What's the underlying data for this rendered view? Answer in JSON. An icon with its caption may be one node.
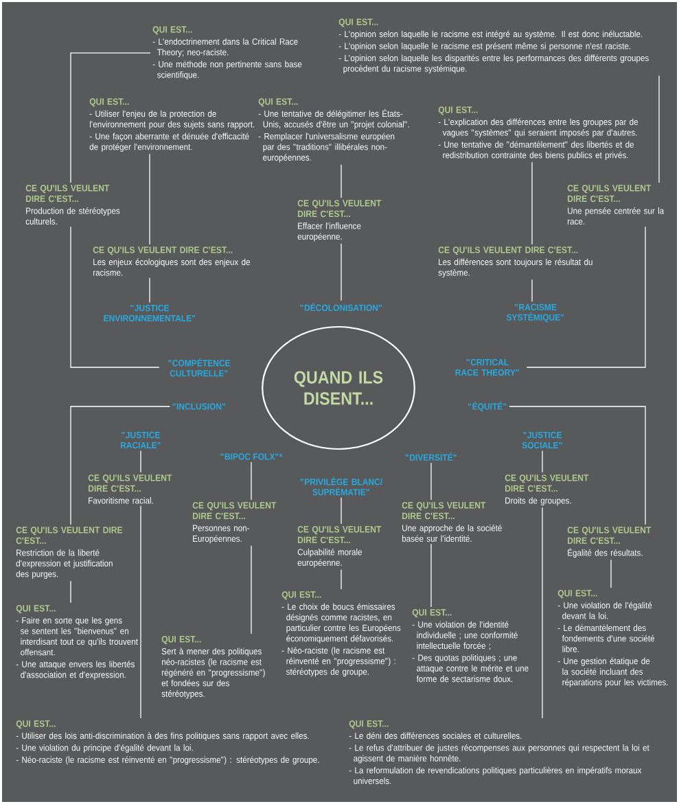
{
  "diagram": {
    "nodes": [
      {
        "text": [
          "QUI EST...",
          "- L'endoctrinement dans la Critical Race Theory; neo-raciste.",
          "- Une méthode non pertinente sans base scientifique."
        ]
      },
      {
        "text": [
          "QUI EST...",
          "- L'opinion selon laquelle le racisme est intégré au système. Il est donc inéluctable.",
          "- L'opinion selon laquelle le racisme est présent même si personne n'est raciste.",
          "- L'opinion selon laquelle les disparités entre les performances des différents groupes procèdent du racisme systémique."
        ]
      },
      {
        "text": [
          "QUI EST...",
          "- Utiliser l'enjeu de la protection de l'environnement pour des sujets sans rapport.",
          "- Une façon aberrante et dénuée d'efficacité de protéger l'environnement."
        ]
      },
      {
        "text": [
          "QUI EST...",
          "- Une tentative de délégitimer les États-Unis, accusés d'être un \"projet colonial\".",
          "- Remplacer l'universalisme européen par des \"traditions\" illibérales non-européennes."
        ]
      },
      {
        "text": [
          "QUI EST...",
          "- L'explication des différences entre les groupes par de vagues \"systèmes\" qui seraient imposés par d'autres.",
          "- Une tentative de \"démantèlement\" des libertés et de redistribution contrainte des biens publics et privés."
        ]
      },
      {
        "text": [
          "CE QU'ILS VEULENT DIRE C'EST...",
          "Production de stéréotypes culturels."
        ]
      },
      {
        "text": [
          "CE QU'ILS VEULENT DIRE C'EST...",
          "Effacer l'influence européenne."
        ]
      },
      {
        "text": [
          "CE QU'ILS VEULENT DIRE C'EST...",
          "Une pensée centrée sur la race."
        ]
      },
      {
        "text": [
          "CE QU'ILS VEULENT DIRE C'EST...",
          "Les enjeux écologiques sont des enjeux de racisme."
        ]
      },
      {
        "text": [
          "CE QU'ILS VEULENT DIRE C'EST...",
          "Les différences sont toujours le résultat du système."
        ]
      },
      {
        "text": [
          "\"JUSTICE ENVIRONNEMENTALE\""
        ]
      },
      {
        "text": [
          "\"DÉCOLONISATION\""
        ]
      },
      {
        "text": [
          "\"RACISME SYSTÉMIQUE\""
        ]
      },
      {
        "text": [
          "\"COMPÉTENCE CULTURELLE\""
        ]
      },
      {
        "text": [
          "QUAND ILS DISENT..."
        ]
      },
      {
        "text": [
          "\"CRITICAL RACE THEORY\""
        ]
      },
      {
        "text": [
          "\"INCLUSION\""
        ]
      },
      {
        "text": [
          "\"ÉQUITÉ\""
        ]
      },
      {
        "text": [
          "\"JUSTICE RACIALE\""
        ]
      },
      {
        "text": [
          "\"JUSTICE SOCIALE\""
        ]
      },
      {
        "text": [
          "\"BIPOC FOLX\"*"
        ]
      },
      {
        "text": [
          "\"DIVERSITÉ\""
        ]
      },
      {
        "text": [
          "CE QU'ILS VEULENT DIRE C'EST...",
          "Favoritisme racial."
        ]
      },
      {
        "text": [
          "CE QU'ILS VEULENT DIRE C'EST...",
          "Droits de groupes."
        ]
      },
      {
        "text": [
          "\"PRIVILÈGE BLANC/ SUPRÉMATIE\""
        ]
      },
      {
        "text": [
          "CE QU'ILS VEULENT DIRE C'EST...",
          "Personnes non-Européennes."
        ]
      },
      {
        "text": [
          "CE QU'ILS VEULENT DIRE C'EST...",
          "Une approche de la société basée sur l'identité."
        ]
      },
      {
        "text": [
          "CE QU'ILS VEULENT DIRE C'EST...",
          "Restriction de la liberté d'expression et justification des purges."
        ]
      },
      {
        "text": [
          "CE QU'ILS VEULENT DIRE C'EST...",
          "Culpabilité morale européenne."
        ]
      },
      {
        "text": [
          "CE QU'ILS VEULENT DIRE C'EST...",
          "Égalité des résultats."
        ]
      },
      {
        "text": [
          "QUI EST...",
          "- Le choix de boucs émissaires désignés comme racistes, en particulier contre les Européens économiquement défavorisés.",
          "- Néo-raciste (le racisme est réinventé en \"progressisme\") : stéréotypes de groupe."
        ]
      },
      {
        "text": [
          "QUI EST...",
          "- Une violation de l'égalité devant la loi.",
          "- Le démantèlement des fondements d'une société libre.",
          "- Une gestion étatique de la société incluant des réparations pour les victimes."
        ]
      },
      {
        "text": [
          "QUI EST...",
          "- Faire en sorte que les gens se sentent les \"bienvenus\" en interdisant tout ce qu'ils trouvent offensant.",
          "- Une attaque envers les libertés d'association et d'expression."
        ]
      },
      {
        "text": [
          "QUI EST...",
          "- Une violation de l'identité individuelle ; une conformité intellectuelle forcée ;",
          "- Des quotas politiques ; une attaque contre le mérite et une forme de sectarisme doux."
        ]
      },
      {
        "text": [
          "QUI EST...",
          "Sert à mener des politiques néo-racistes (le racisme est régénéré en \"progressisme\") et fondées sur des stéréotypes."
        ]
      },
      {
        "text": [
          "QUI EST...",
          "- Utiliser des lois anti-discrimination à des fins politiques sans rapport avec elles.",
          "- Une violation du principe d'égalité devant la loi.",
          "- Néo-raciste (le racisme est réinventé en \"progressisme\") : stéréotypes de groupe."
        ]
      },
      {
        "text": [
          "QUI EST...",
          "- Le déni des différences sociales et culturelles.",
          "- Le refus d'attribuer de justes récompenses aux personnes qui respectent la loi et agissent de manière honnête.",
          "- La reformulation de revendications politiques particulières en impératifs moraux universels."
        ]
      }
    ],
    "edges": [
      {
        "from": 10,
        "to": 8,
        "arrow": "none"
      },
      {
        "from": 8,
        "to": 2,
        "arrow": "none"
      },
      {
        "from": 11,
        "to": 6,
        "arrow": "none"
      },
      {
        "from": 6,
        "to": 3,
        "arrow": "none"
      },
      {
        "from": 12,
        "to": 9,
        "arrow": "none"
      },
      {
        "from": 9,
        "to": 4,
        "arrow": "none"
      },
      {
        "from": 13,
        "to": 5,
        "arrow": "none"
      },
      {
        "from": 5,
        "to": 0,
        "arrow": "none"
      },
      {
        "from": 15,
        "to": 7,
        "arrow": "none"
      },
      {
        "from": 7,
        "to": 1,
        "arrow": "none"
      },
      {
        "from": 16,
        "to": 27,
        "arrow": "none"
      },
      {
        "from": 17,
        "to": 29,
        "arrow": "none"
      },
      {
        "from": 18,
        "to": 22,
        "arrow": "none"
      },
      {
        "from": 22,
        "to": 35,
        "arrow": "none"
      },
      {
        "from": 20,
        "to": 25,
        "arrow": "none"
      },
      {
        "from": 25,
        "to": 34,
        "arrow": "none"
      },
      {
        "from": 24,
        "to": 28,
        "arrow": "none"
      },
      {
        "from": 28,
        "to": 30,
        "arrow": "none"
      },
      {
        "from": 21,
        "to": 26,
        "arrow": "none"
      },
      {
        "from": 26,
        "to": 33,
        "arrow": "none"
      },
      {
        "from": 19,
        "to": 23,
        "arrow": "none"
      },
      {
        "from": 23,
        "to": 36,
        "arrow": "none"
      },
      {
        "from": 27,
        "to": 32,
        "arrow": "none"
      },
      {
        "from": 29,
        "to": 31,
        "arrow": "none"
      }
    ]
  }
}
